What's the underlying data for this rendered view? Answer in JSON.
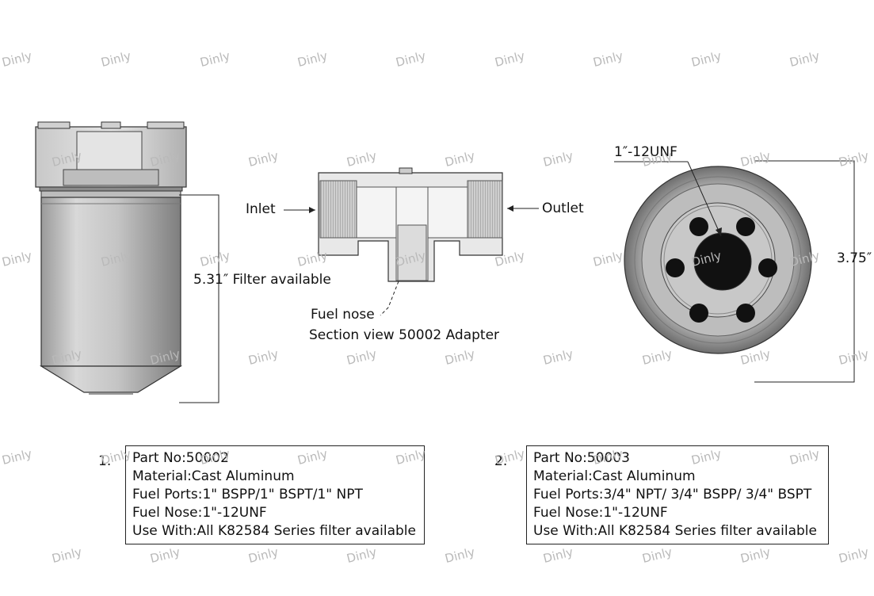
{
  "watermark": "Dinly",
  "filter_view": {
    "dimension_label": "5.31″ Filter available"
  },
  "section_view": {
    "inlet_label": "Inlet",
    "outlet_label": "Outlet",
    "fuel_nose_label": "Fuel nose",
    "caption": "Section view 50002 Adapter"
  },
  "top_view": {
    "thread_label": "1″-12UNF",
    "dimension_label": "3.75″"
  },
  "specs": [
    {
      "number": "1.",
      "part_no": "Part No:50002",
      "material": "Material:Cast Aluminum",
      "fuel_ports": "Fuel Ports:1\" BSPP/1\" BSPT/1\" NPT",
      "fuel_nose": "Fuel Nose:1\"-12UNF",
      "use_with": "Use With:All K82584 Series filter available"
    },
    {
      "number": "2.",
      "part_no": "Part No:50003",
      "material": "Material:Cast Aluminum",
      "fuel_ports": "Fuel Ports:3/4\" NPT/ 3/4\" BSPP/ 3/4\" BSPT",
      "fuel_nose": "Fuel Nose:1\"-12UNF",
      "use_with": "Use With:All K82584 Series filter available"
    }
  ]
}
